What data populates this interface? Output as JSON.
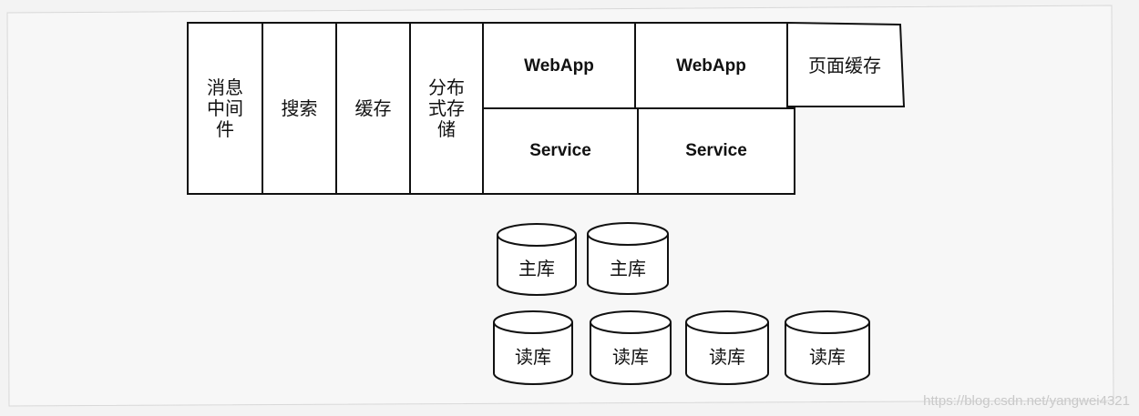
{
  "boxes": {
    "message_middleware": "消息\n中间\n件",
    "search": "搜索",
    "cache": "缓存",
    "distributed_storage": "分布\n式存\n储",
    "webapp_1": "WebApp",
    "webapp_2": "WebApp",
    "page_cache": "页面缓存",
    "service_1": "Service",
    "service_2": "Service"
  },
  "databases": {
    "master": [
      "主库",
      "主库"
    ],
    "read": [
      "读库",
      "读库",
      "读库",
      "读库"
    ]
  },
  "watermark": "https://blog.csdn.net/yangwei4321"
}
